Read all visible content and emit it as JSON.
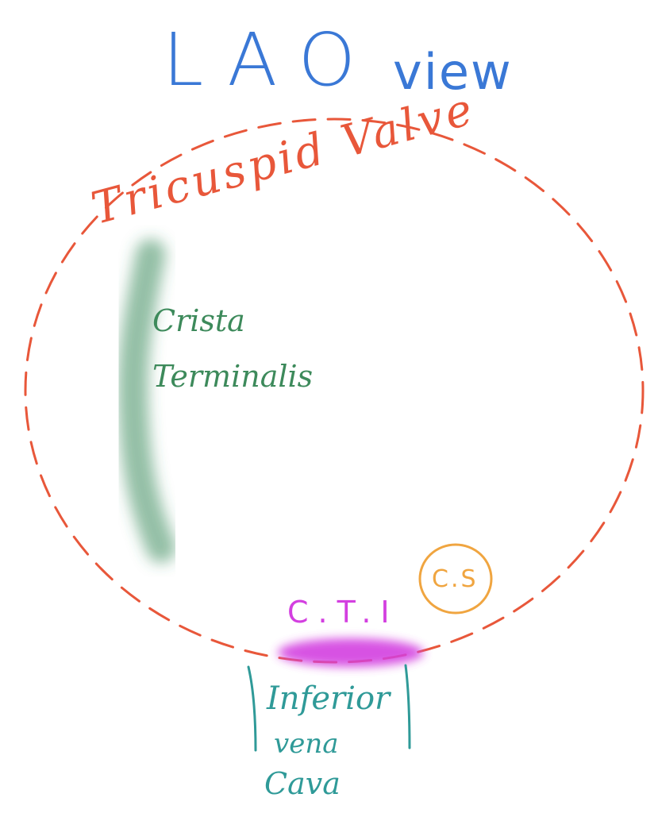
{
  "title": {
    "main": "LAO",
    "sub": "view"
  },
  "labels": {
    "valve": "Tricuspid Valve",
    "crista_line1": "Crista",
    "crista_line2": "Terminalis",
    "cti": "C.T.I",
    "cs": "C.S",
    "ivc_line1": "Inferior",
    "ivc_line2": "vena",
    "ivc_line3": "Cava"
  },
  "colors": {
    "title": "#3a78d6",
    "valve": "#e8573a",
    "crista": "#3d8a5b",
    "cti": "#d33fe0",
    "cs": "#f0a540",
    "ivc": "#2f9a98"
  }
}
